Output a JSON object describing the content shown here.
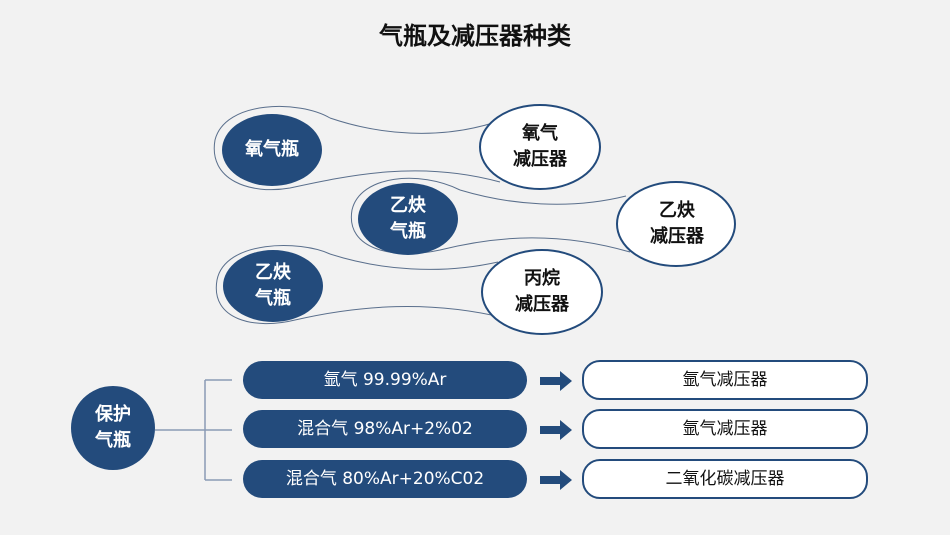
{
  "title": "气瓶及减压器种类",
  "pairs": [
    {
      "cylinder": [
        "氧气瓶"
      ],
      "regulator": [
        "氧气",
        "减压器"
      ]
    },
    {
      "cylinder": [
        "乙炔",
        "气瓶"
      ],
      "regulator": [
        "乙炔",
        "减压器"
      ]
    },
    {
      "cylinder": [
        "乙炔",
        "气瓶"
      ],
      "regulator": [
        "丙烷",
        "减压器"
      ]
    }
  ],
  "protect": {
    "label": [
      "保护",
      "气瓶"
    ],
    "rows": [
      {
        "gas": "氩气 99.99%Ar",
        "regulator": "氩气减压器"
      },
      {
        "gas": "混合气 98%Ar+2%02",
        "regulator": "氩气减压器"
      },
      {
        "gas": "混合气 80%Ar+20%C02",
        "regulator": "二氧化碳减压器"
      }
    ]
  },
  "colors": {
    "navy": "#234b7c",
    "background": "#f2f2f2"
  }
}
